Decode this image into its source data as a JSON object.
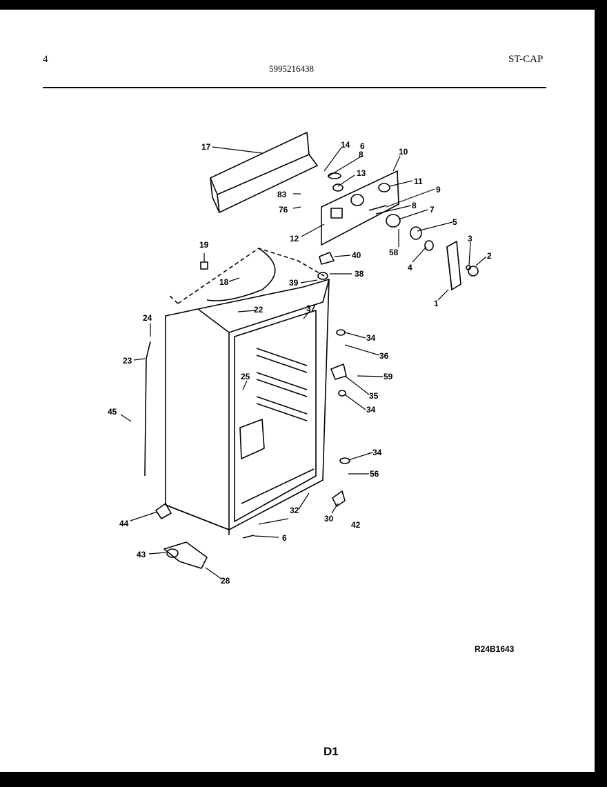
{
  "header": {
    "page_number": "4",
    "model_number": "5995216438",
    "section_code": "ST-CAP"
  },
  "footer": {
    "reference_code": "R24B1643",
    "page_label": "D1"
  },
  "diagram": {
    "part_labels": [
      "1",
      "2",
      "3",
      "4",
      "5",
      "6",
      "7",
      "8",
      "8",
      "9",
      "10",
      "11",
      "12",
      "13",
      "14",
      "17",
      "18",
      "19",
      "22",
      "23",
      "24",
      "25",
      "28",
      "30",
      "32",
      "34",
      "34",
      "34",
      "35",
      "36",
      "37",
      "38",
      "39",
      "40",
      "42",
      "43",
      "44",
      "45",
      "56",
      "58",
      "59",
      "76",
      "83",
      "6"
    ]
  }
}
